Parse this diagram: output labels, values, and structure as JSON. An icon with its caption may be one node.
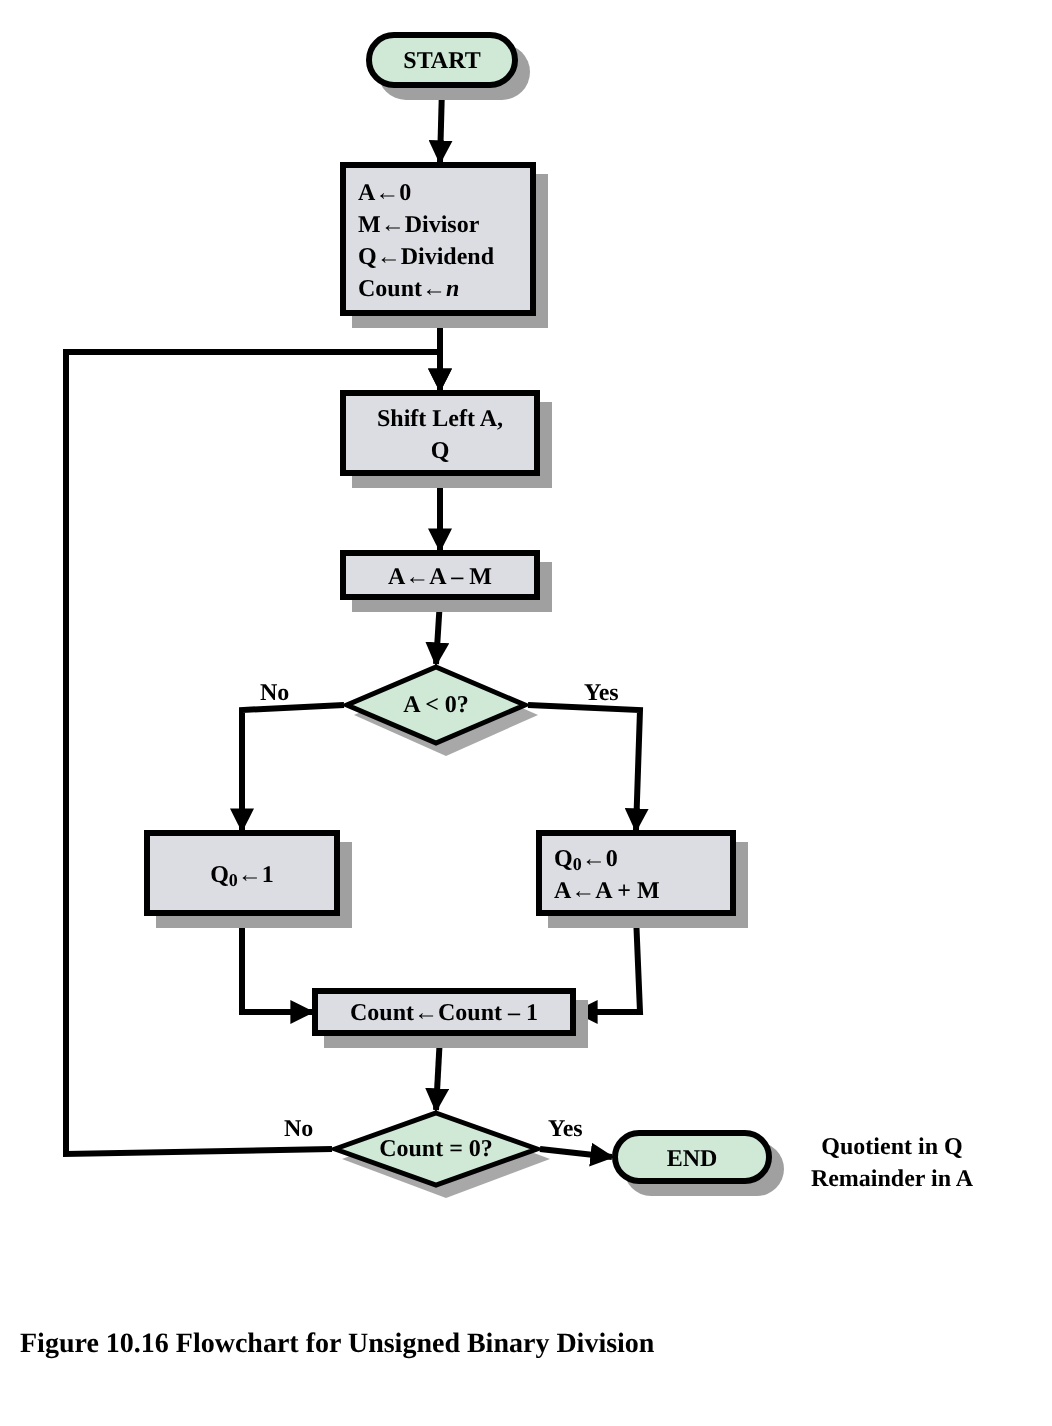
{
  "diagram": {
    "caption": "Figure 10.16  Flowchart for Unsigned Binary Division",
    "nodes": [
      {
        "text": [
          "START"
        ]
      },
      {
        "text": [
          "A←0",
          "M←Divisor",
          "Q←Dividend",
          "Count←*n*"
        ]
      },
      {
        "text": [
          "Shift Left A, Q"
        ]
      },
      {
        "text": [
          "A←A – M"
        ]
      },
      {
        "text": [
          "A < 0?"
        ]
      },
      {
        "text": [
          "Q$_{0}$←1"
        ]
      },
      {
        "text": [
          "Q$_{0}$←0",
          "A←A + M"
        ]
      },
      {
        "text": [
          "Count←Count – 1"
        ]
      },
      {
        "text": [
          "Count = 0?"
        ]
      },
      {
        "text": [
          "END"
        ],
        "beside": [
          "Quotient in Q Remainder in A"
        ]
      }
    ],
    "edges": [
      {
        "from": 0,
        "to": 1,
        "arrow": "to"
      },
      {
        "from": 1,
        "to": 2,
        "arrow": "to"
      },
      {
        "from": 2,
        "to": 3,
        "arrow": "to"
      },
      {
        "from": 3,
        "to": 4,
        "arrow": "to"
      },
      {
        "from": 4,
        "to": 5,
        "arrow": "to",
        "label": "No"
      },
      {
        "from": 4,
        "to": 6,
        "arrow": "to",
        "label": "Yes"
      },
      {
        "from": 5,
        "to": 7,
        "arrow": "to"
      },
      {
        "from": 6,
        "to": 7,
        "arrow": "to"
      },
      {
        "from": 7,
        "to": 8,
        "arrow": "to"
      },
      {
        "from": 8,
        "to": 9,
        "arrow": "to",
        "label": "Yes"
      },
      {
        "from": 8,
        "to": 2,
        "arrow": "to",
        "label": "No"
      }
    ]
  }
}
